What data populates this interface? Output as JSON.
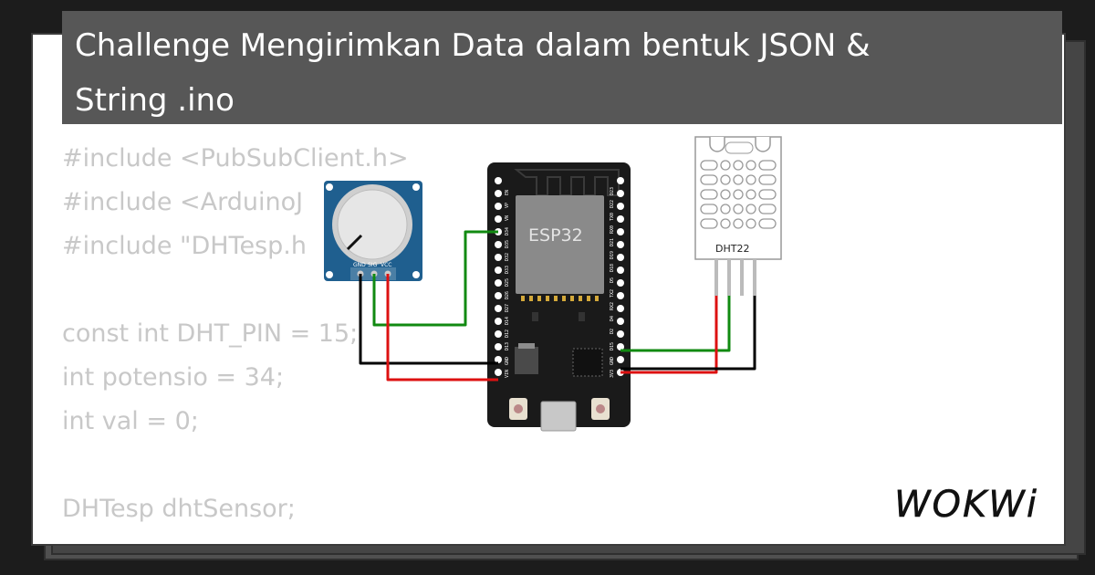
{
  "title": {
    "line1": "Challenge Mengirimkan Data dalam bentuk JSON &",
    "line2": "String .ino"
  },
  "code_lines": [
    "#include <PubSubClient.h>",
    "#include <ArduinoJ",
    "#include \"DHTesp.h",
    "",
    "const int DHT_PIN = 15;",
    "int potensio = 34;",
    "int val = 0;",
    "",
    "DHTesp dhtSensor;"
  ],
  "components": {
    "mcu_label": "ESP32",
    "sensor_label": "DHT22",
    "pot_pins": [
      "GND",
      "SIG",
      "VCC"
    ],
    "left_pins": [
      "EN",
      "VP",
      "VN",
      "D34",
      "D35",
      "D32",
      "D33",
      "D25",
      "D26",
      "D27",
      "D14",
      "D12",
      "D13",
      "GND",
      "VIN"
    ],
    "right_pins": [
      "D23",
      "D22",
      "TX0",
      "RX0",
      "D21",
      "D19",
      "D18",
      "D5",
      "TX2",
      "RX2",
      "D4",
      "D2",
      "D15",
      "GND",
      "3V3"
    ]
  },
  "brand": "WOKWi",
  "colors": {
    "background": "#1c1c1c",
    "titlebar": "#575757",
    "board": "#1a1a1a",
    "module": "#8a8a8a",
    "pot_board": "#1f5f8f",
    "wire_green": "#118a11",
    "wire_red": "#dd1111",
    "wire_black": "#000000"
  }
}
